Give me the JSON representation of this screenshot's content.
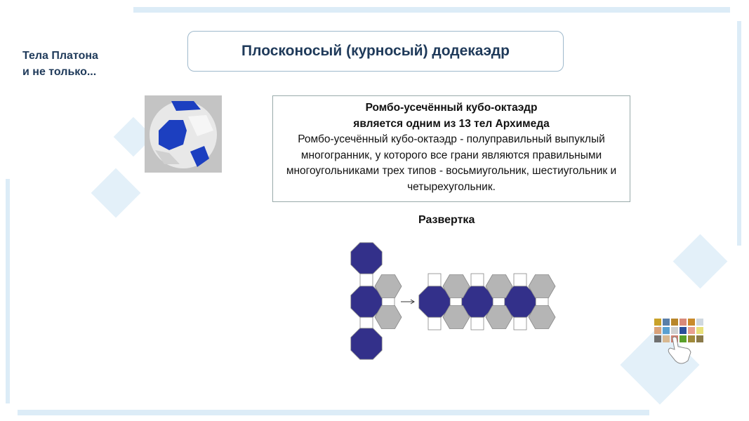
{
  "sidebar": {
    "line1": "Тела Платона",
    "line2": "и не только..."
  },
  "title": "Плосконосый (курносый) додекаэдр",
  "info": {
    "heading1": "Ромбо-усечённый кубо-октаэдр",
    "heading2": "является одним из 13 тел Архимеда",
    "body": "Ромбо-усечённый кубо-октаэдр - полуправильный выпуклый многогранник, у которого  все грани являются правильными многоугольниками трех типов - восьмиугольник, шестиугольник и четырехугольник."
  },
  "net_label": "Развертка",
  "colors": {
    "octagon": "#33308a",
    "hexagon": "#b5b5b5",
    "title": "#1f3a5a",
    "accent": "#dcecf7"
  }
}
